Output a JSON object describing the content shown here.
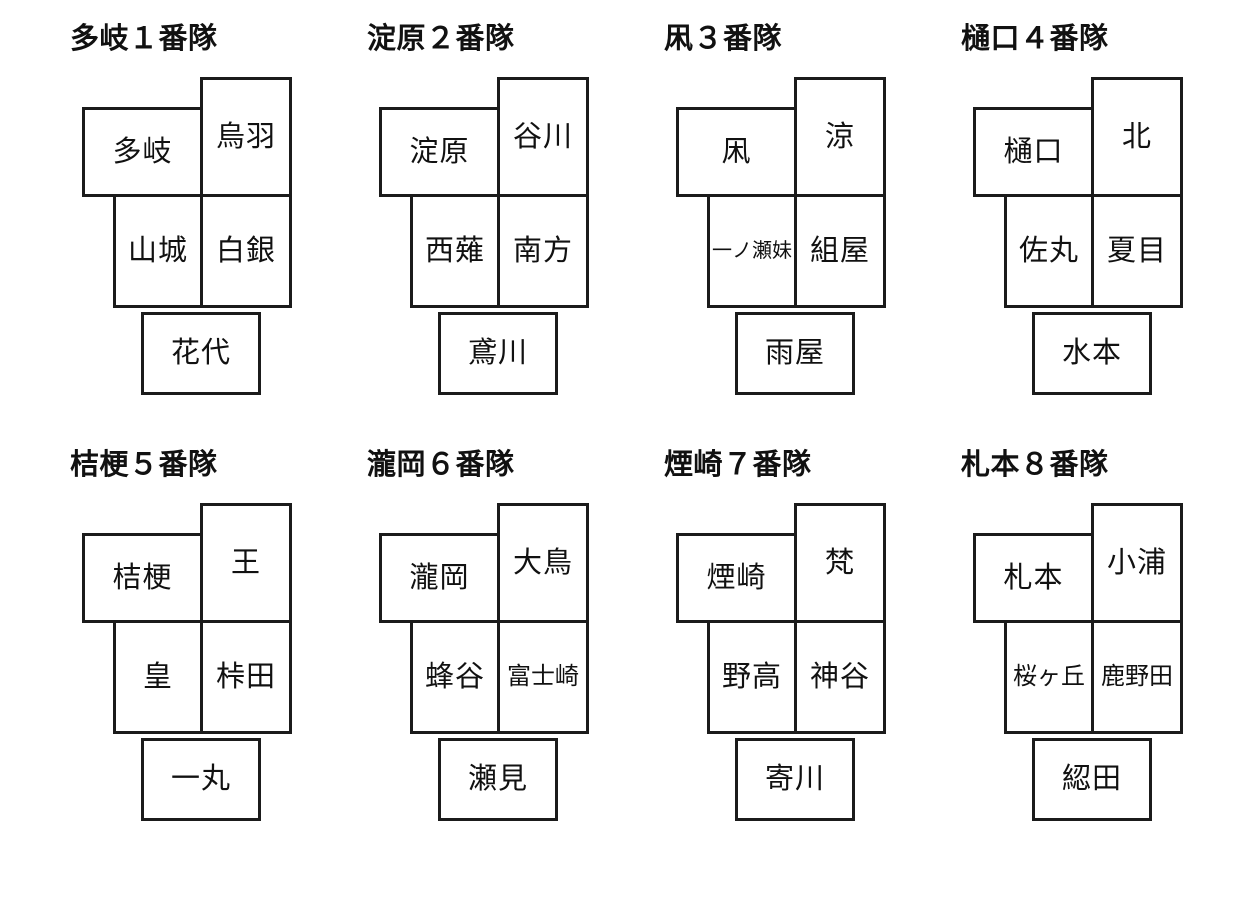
{
  "page": {
    "background_color": "#ffffff",
    "text_color": "#111111",
    "border_color": "#1b1b1b"
  },
  "squads": [
    {
      "title": "多岐１番隊",
      "cells": {
        "top_left": "多岐",
        "top_right": "烏羽",
        "mid_left": "山城",
        "mid_right": "白銀",
        "bottom": "花代"
      }
    },
    {
      "title": "淀原２番隊",
      "cells": {
        "top_left": "淀原",
        "top_right": "谷川",
        "mid_left": "西薙",
        "mid_right": "南方",
        "bottom": "鳶川"
      }
    },
    {
      "title": "凩３番隊",
      "cells": {
        "top_left": "凩",
        "top_right": "涼",
        "mid_left": "一ノ瀬妹",
        "mid_right": "組屋",
        "bottom": "雨屋"
      }
    },
    {
      "title": "樋口４番隊",
      "cells": {
        "top_left": "樋口",
        "top_right": "北",
        "mid_left": "佐丸",
        "mid_right": "夏目",
        "bottom": "水本"
      }
    },
    {
      "title": "桔梗５番隊",
      "cells": {
        "top_left": "桔梗",
        "top_right": "王",
        "mid_left": "皇",
        "mid_right": "桛田",
        "bottom": "一丸"
      }
    },
    {
      "title": "瀧岡６番隊",
      "cells": {
        "top_left": "瀧岡",
        "top_right": "大鳥",
        "mid_left": "蜂谷",
        "mid_right": "富士崎",
        "bottom": "瀬見"
      }
    },
    {
      "title": "煙崎７番隊",
      "cells": {
        "top_left": "煙崎",
        "top_right": "梵",
        "mid_left": "野高",
        "mid_right": "神谷",
        "bottom": "寄川"
      }
    },
    {
      "title": "札本８番隊",
      "cells": {
        "top_left": "札本",
        "top_right": "小浦",
        "mid_left": "桜ヶ丘",
        "mid_right": "鹿野田",
        "bottom": "綛田"
      }
    }
  ]
}
